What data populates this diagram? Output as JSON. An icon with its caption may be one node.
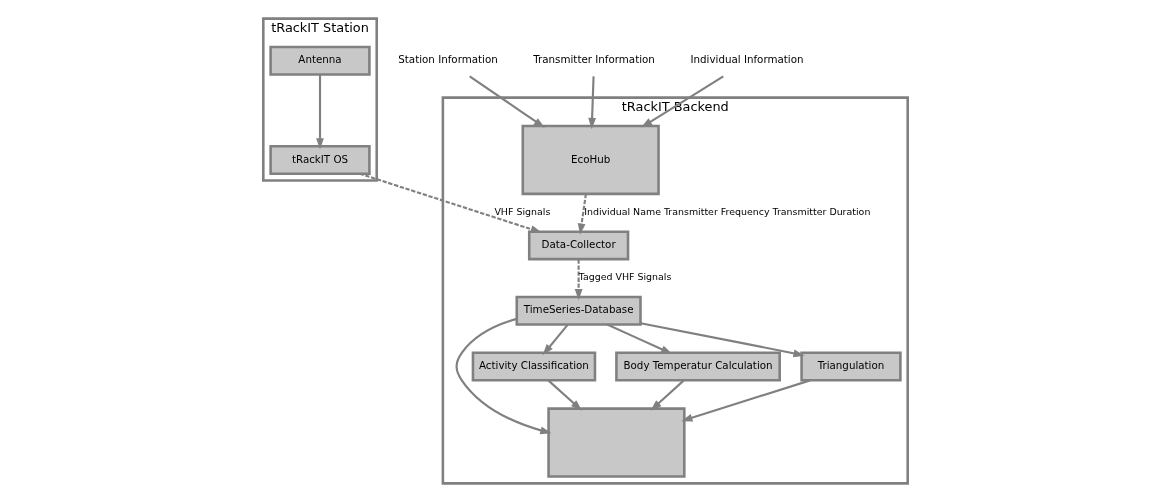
{
  "diagram": {
    "nodes": [
      {
        "text": [
          "Individual Information"
        ]
      },
      {
        "text": [
          "Station Information"
        ]
      },
      {
        "text": [
          "Transmitter Information"
        ]
      },
      {
        "text": [
          "tRackIT Station"
        ]
      },
      {
        "text": [
          "Antenna"
        ],
        "in": 3
      },
      {
        "text": [
          "tRackIT OS"
        ],
        "in": 3
      },
      {
        "text": [
          "tRackIT Backend"
        ]
      },
      {
        "text": [
          "EcoHub"
        ],
        "in": 6
      },
      {
        "text": [],
        "shape": "box",
        "in": 6
      },
      {
        "text": [
          "Activity Classification"
        ],
        "in": 6
      },
      {
        "text": [
          "Body Temperatur Calculation"
        ],
        "in": 6
      },
      {
        "text": [
          "Triangulation"
        ],
        "in": 6
      },
      {
        "text": [
          "Data-Collector"
        ],
        "in": 6
      },
      {
        "text": [
          "TimeSeries-Database"
        ],
        "in": 6
      }
    ],
    "edges": [
      {
        "from": 0,
        "to": 7,
        "arrow": "to"
      },
      {
        "from": 1,
        "to": 7,
        "arrow": "to"
      },
      {
        "from": 2,
        "to": 7,
        "arrow": "to"
      },
      {
        "from": 4,
        "to": 5,
        "arrow": "to"
      },
      {
        "from": 5,
        "to": 12,
        "arrow": "to",
        "label": "VHF Signals",
        "style": "dashed"
      },
      {
        "from": 7,
        "to": 12,
        "arrow": "to",
        "label": "Individual Name Transmitter Frequency Transmitter Duration",
        "style": "dashed"
      },
      {
        "from": 12,
        "to": 13,
        "arrow": "to",
        "label": "Tagged VHF Signals",
        "style": "dashed"
      },
      {
        "from": 13,
        "to": 8,
        "arrow": "to"
      },
      {
        "from": 13,
        "to": 9,
        "arrow": "to"
      },
      {
        "from": 13,
        "to": 10,
        "arrow": "to"
      },
      {
        "from": 13,
        "to": 11,
        "arrow": "to"
      },
      {
        "from": 9,
        "to": 8,
        "arrow": "to"
      },
      {
        "from": 10,
        "to": 8,
        "arrow": "to"
      },
      {
        "from": 11,
        "to": 8,
        "arrow": "to"
      }
    ]
  }
}
